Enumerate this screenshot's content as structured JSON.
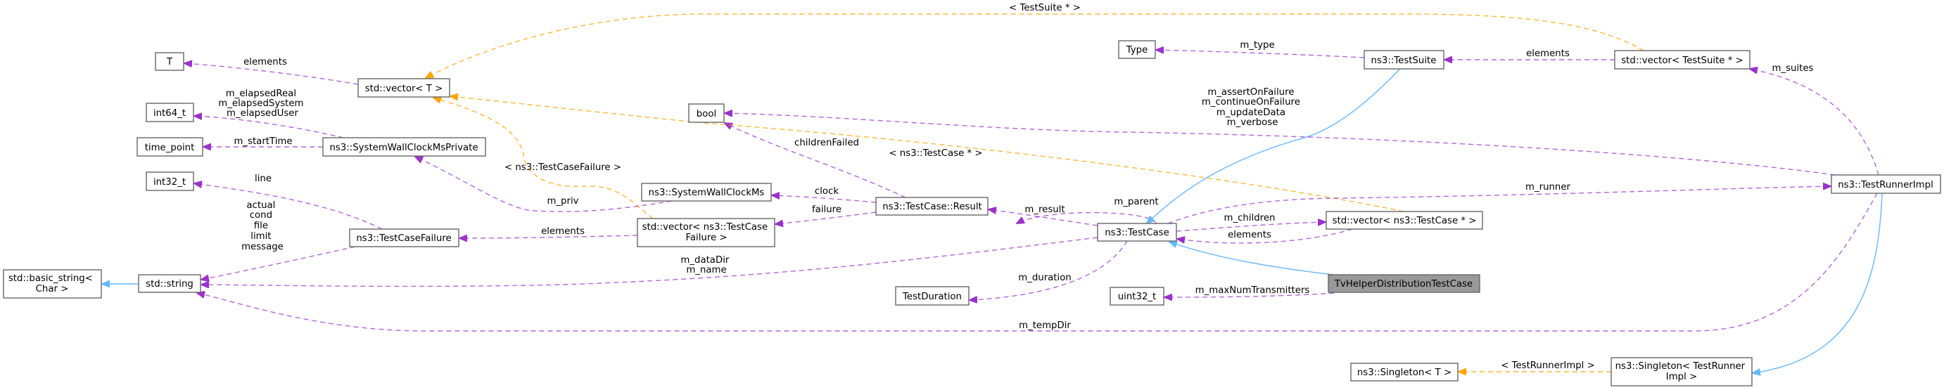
{
  "diagram": {
    "title": "Collaboration diagram for TvHelperDistributionTestCase",
    "colors": {
      "member_edge": "#9a32cd",
      "template_edge": "#ffa500",
      "inheritance_edge": "#63b8ff",
      "focus_node_fill": "#999999",
      "node_border": "#666666"
    },
    "nodes": {
      "T": {
        "label": "T"
      },
      "vector_T": {
        "label": "std::vector< T >"
      },
      "int64_t": {
        "label": "int64_t"
      },
      "time_point": {
        "label": "time_point"
      },
      "wallclock_private": {
        "label": "ns3::SystemWallClockMsPrivate"
      },
      "int32_t": {
        "label": "int32_t"
      },
      "basic_string": {
        "label_lines": [
          "std::basic_string<",
          "Char >"
        ]
      },
      "string": {
        "label": "std::string"
      },
      "testcase_failure": {
        "label": "ns3::TestCaseFailure"
      },
      "bool": {
        "label": "bool"
      },
      "wallclock": {
        "label": "ns3::SystemWallClockMs"
      },
      "vector_failure": {
        "label_lines": [
          "std::vector< ns3::TestCase",
          "Failure >"
        ]
      },
      "result": {
        "label": "ns3::TestCase::Result"
      },
      "test_duration": {
        "label": "TestDuration"
      },
      "type": {
        "label": "Type"
      },
      "testcase": {
        "label": "ns3::TestCase"
      },
      "uint32_t": {
        "label": "uint32_t"
      },
      "testsuite": {
        "label": "ns3::TestSuite"
      },
      "vector_testcase": {
        "label": "std::vector< ns3::TestCase * >"
      },
      "tvhelper": {
        "label": "TvHelperDistributionTestCase"
      },
      "singleton_T": {
        "label": "ns3::Singleton< T >"
      },
      "vector_testsuite": {
        "label": "std::vector< TestSuite * >"
      },
      "runner": {
        "label": "ns3::TestRunnerImpl"
      },
      "singleton_runner": {
        "label_lines": [
          "ns3::Singleton< TestRunner",
          "Impl >"
        ]
      }
    },
    "edge_labels": {
      "vecT_T": "elements",
      "priv_int64": [
        "m_elapsedReal",
        "m_elapsedSystem",
        "m_elapsedUser"
      ],
      "priv_timepoint": "m_startTime",
      "failure_int32": "line",
      "failure_string": [
        "actual",
        "cond",
        "file",
        "limit",
        "message"
      ],
      "vecfail_failure": "elements",
      "vecfail_vecT": "< ns3::TestCaseFailure >",
      "wallclock_priv": "m_priv",
      "result_wallclock": "clock",
      "result_vecfail": "failure",
      "result_bool": "childrenFailed",
      "testcase_result": "m_result",
      "testcase_string": [
        "m_dataDir",
        "m_name"
      ],
      "testcase_duration": "m_duration",
      "testcase_self": "m_parent",
      "testcase_children": "m_children",
      "vectc_testcase": "elements",
      "vectc_vecT": "< ns3::TestCase * >",
      "tvhelper_uint32": "m_maxNumTransmitters",
      "testsuite_type": "m_type",
      "vects_testsuite": "elements",
      "vects_vecT": "< TestSuite * >",
      "runner_bool": [
        "m_assertOnFailure",
        "m_continueOnFailure",
        "m_updateData",
        "m_verbose"
      ],
      "runner_vects": "m_suites",
      "testcase_runner": "m_runner",
      "runner_string": "m_tempDir",
      "singleton_runner_T": "< TestRunnerImpl >"
    }
  }
}
